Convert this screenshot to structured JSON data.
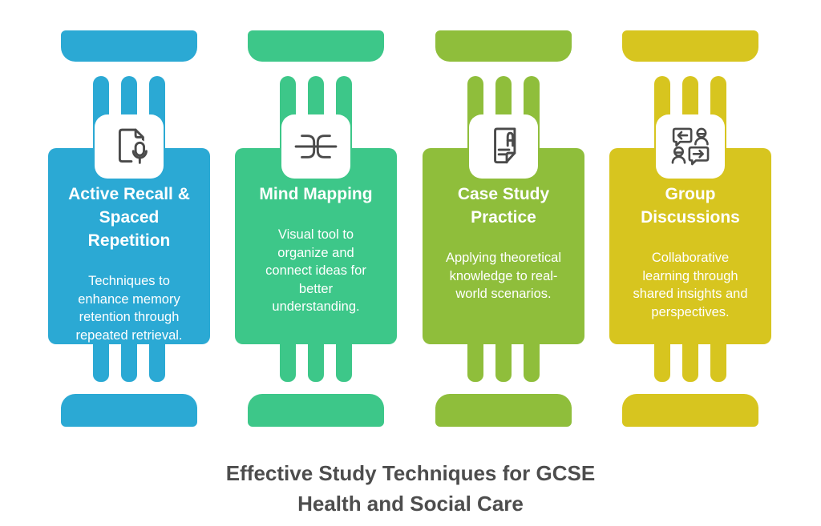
{
  "footer_title": "Effective Study Techniques for GCSE\nHealth and Social Care",
  "columns": [
    {
      "id": "active-recall",
      "color": "#2BA9D4",
      "icon": "document-microphone-icon",
      "title": "Active Recall &\nSpaced\nRepetition",
      "description": "Techniques to\nenhance memory\nretention through\nrepeated retrieval."
    },
    {
      "id": "mind-mapping",
      "color": "#3DC789",
      "icon": "mind-map-icon",
      "title": "Mind Mapping",
      "description": "Visual tool to\norganize and\nconnect ideas for\nbetter\nunderstanding."
    },
    {
      "id": "case-study-practice",
      "color": "#8FBE3B",
      "icon": "annotated-document-icon",
      "title": "Case Study\nPractice",
      "description": "Applying theoretical\nknowledge to real-\nworld scenarios."
    },
    {
      "id": "group-discussions",
      "color": "#D7C51F",
      "icon": "discussion-bubbles-icon",
      "title": "Group\nDiscussions",
      "description": "Collaborative\nlearning through\nshared insights and\nperspectives."
    }
  ]
}
